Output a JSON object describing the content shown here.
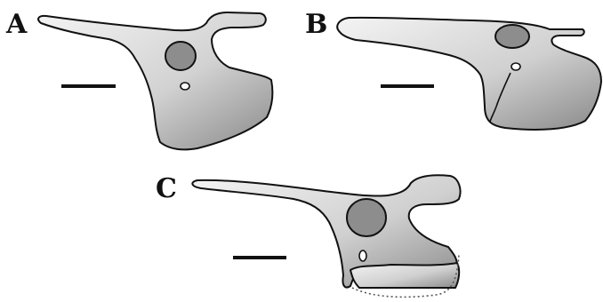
{
  "panels": [
    {
      "label": "A"
    },
    {
      "label": "B"
    },
    {
      "label": "C"
    }
  ],
  "colors": {
    "bone_light": "#f4f4f4",
    "bone_dark": "#8a8a8a",
    "foramen": "#8d8d8d",
    "outline": "#111111"
  }
}
